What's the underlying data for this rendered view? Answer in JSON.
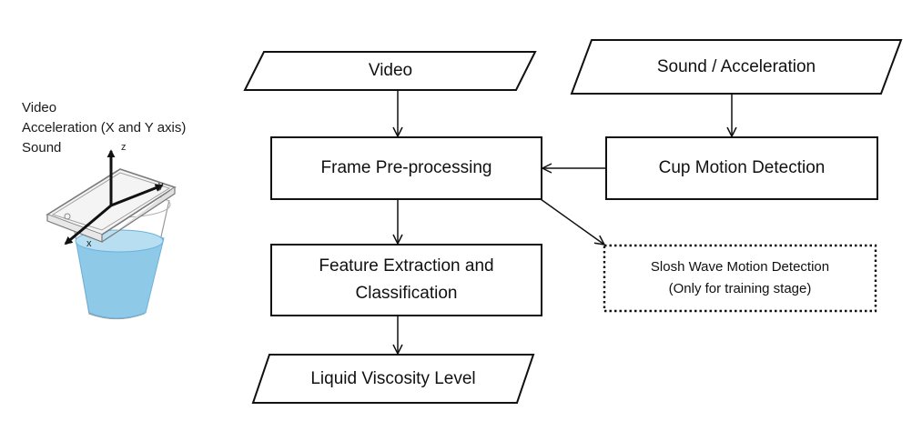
{
  "left_panel": {
    "lines": [
      "Video",
      "Acceleration (X and Y axis)",
      "Sound"
    ],
    "axes": {
      "x": "x",
      "y": "y",
      "z": "z"
    },
    "illustration_icon": "phone-on-cup-icon"
  },
  "nodes": {
    "video": "Video",
    "sound_accel": "Sound / Acceleration",
    "frame_pre": "Frame Pre-processing",
    "cup_motion": "Cup Motion Detection",
    "feature_line1": "Feature Extraction and",
    "feature_line2": "Classification",
    "slosh_line1": "Slosh Wave Motion Detection",
    "slosh_line2": "(Only for training stage)",
    "liquid": "Liquid Viscosity Level"
  },
  "colors": {
    "stroke": "#111111",
    "liquid": "#8fc9e8",
    "liquid_dark": "#5aa8d6",
    "outline_gray": "#9a9a9a"
  }
}
